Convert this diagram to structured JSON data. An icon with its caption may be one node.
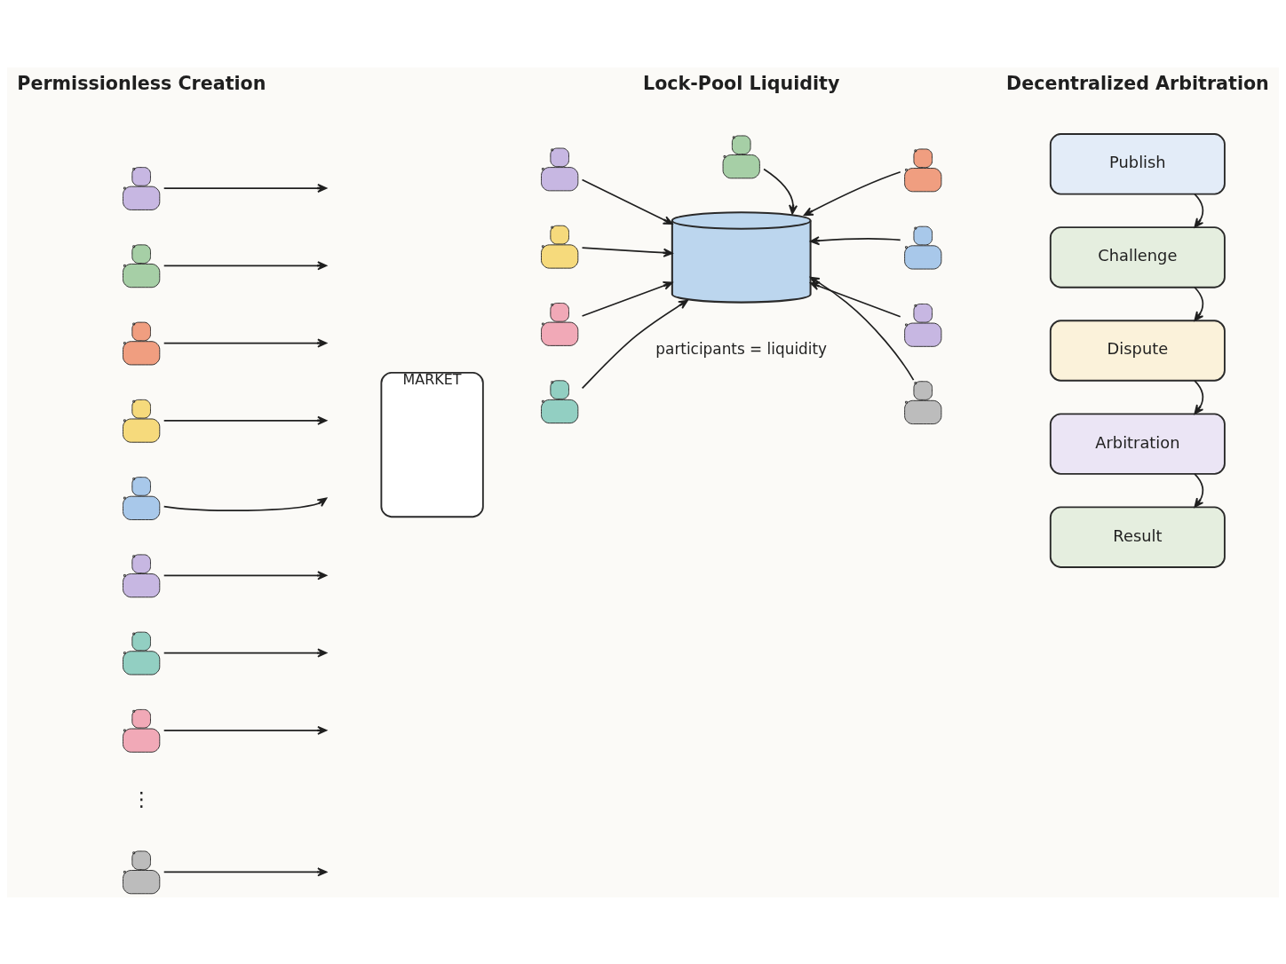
{
  "diagram": {
    "nodes": [
      {
        "text": [],
        "shape": "person"
      },
      {
        "text": [],
        "shape": "person"
      },
      {
        "text": [],
        "shape": "person"
      },
      {
        "text": [],
        "shape": "person"
      },
      {
        "text": [],
        "shape": "person"
      },
      {
        "text": [],
        "shape": "person"
      },
      {
        "text": [],
        "shape": "person"
      },
      {
        "text": [],
        "shape": "person"
      },
      {
        "text": [],
        "shape": "person"
      },
      {
        "text": [
          "MARKET"
        ]
      },
      {
        "text": [],
        "shape": "person"
      },
      {
        "text": [],
        "shape": "person"
      },
      {
        "text": [],
        "shape": "person"
      },
      {
        "text": [],
        "shape": "person"
      },
      {
        "text": [],
        "shape": "person"
      },
      {
        "text": [],
        "shape": "cylinder"
      },
      {
        "text": [],
        "shape": "person"
      },
      {
        "text": [],
        "shape": "person"
      },
      {
        "text": [],
        "shape": "person"
      },
      {
        "text": [],
        "shape": "person"
      },
      {
        "text": [
          "Publish"
        ]
      },
      {
        "text": [
          "Challenge"
        ]
      },
      {
        "text": [
          "Dispute"
        ]
      },
      {
        "text": [
          "Arbitration"
        ]
      },
      {
        "text": [
          "Result"
        ]
      }
    ],
    "edges": [
      {
        "from": 0,
        "to": null,
        "arrow": "to"
      },
      {
        "from": 1,
        "to": null,
        "arrow": "to"
      },
      {
        "from": 2,
        "to": null,
        "arrow": "to"
      },
      {
        "from": 3,
        "to": null,
        "arrow": "to"
      },
      {
        "from": 4,
        "to": null,
        "arrow": "to"
      },
      {
        "from": 5,
        "to": null,
        "arrow": "to"
      },
      {
        "from": 6,
        "to": null,
        "arrow": "to"
      },
      {
        "from": 7,
        "to": null,
        "arrow": "to"
      },
      {
        "from": 8,
        "to": null,
        "arrow": "to"
      },
      {
        "from": 10,
        "to": 15,
        "arrow": "to"
      },
      {
        "from": 11,
        "to": 15,
        "arrow": "to"
      },
      {
        "from": 12,
        "to": 15,
        "arrow": "to"
      },
      {
        "from": 13,
        "to": 15,
        "arrow": "to"
      },
      {
        "from": 14,
        "to": 15,
        "arrow": "to"
      },
      {
        "from": 16,
        "to": 15,
        "arrow": "to"
      },
      {
        "from": 17,
        "to": 15,
        "arrow": "to"
      },
      {
        "from": 18,
        "to": 15,
        "arrow": "to"
      },
      {
        "from": 19,
        "to": 15,
        "arrow": "to"
      },
      {
        "from": 20,
        "to": 21,
        "arrow": "to"
      },
      {
        "from": 21,
        "to": 22,
        "arrow": "to"
      },
      {
        "from": 22,
        "to": 23,
        "arrow": "to"
      },
      {
        "from": 23,
        "to": 24,
        "arrow": "to"
      }
    ],
    "labels": [
      "Permissionless Creation",
      "Lock-Pool Liquidity",
      "Decentralized Arbitration",
      "⋮",
      "participants = liquidity"
    ]
  }
}
